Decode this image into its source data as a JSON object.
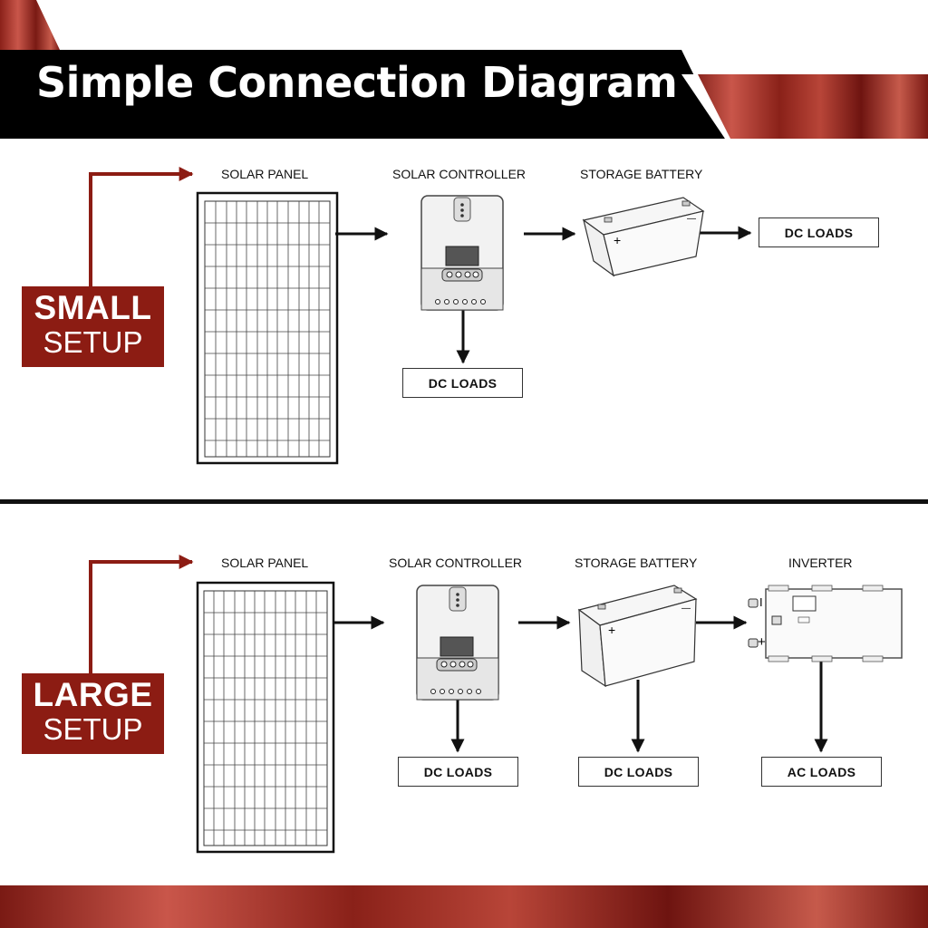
{
  "title": "Simple Connection Diagram",
  "colors": {
    "accent": "#8c1c13",
    "copper_light": "#c9564a",
    "copper_dark": "#7a1a14",
    "title_bar": "#000000"
  },
  "small_setup": {
    "badge_bold": "SMALL",
    "badge_regular": "SETUP",
    "labels": {
      "solar_panel": "SOLAR PANEL",
      "solar_controller": "SOLAR CONTROLLER",
      "storage_battery": "STORAGE BATTERY"
    },
    "loads": {
      "battery_loads": "DC LOADS",
      "controller_loads": "DC LOADS"
    },
    "battery_terminals": {
      "positive": "+",
      "negative": "—"
    }
  },
  "large_setup": {
    "badge_bold": "LARGE",
    "badge_regular": "SETUP",
    "labels": {
      "solar_panel": "SOLAR PANEL",
      "solar_controller": "SOLAR CONTROLLER",
      "storage_battery": "STORAGE BATTERY",
      "inverter": "INVERTER"
    },
    "loads": {
      "controller_loads": "DC LOADS",
      "battery_loads": "DC LOADS",
      "inverter_loads": "AC LOADS"
    },
    "battery_terminals": {
      "positive": "+",
      "negative": "—"
    },
    "inverter_terminals": {
      "negative": "I",
      "positive": "+"
    }
  }
}
